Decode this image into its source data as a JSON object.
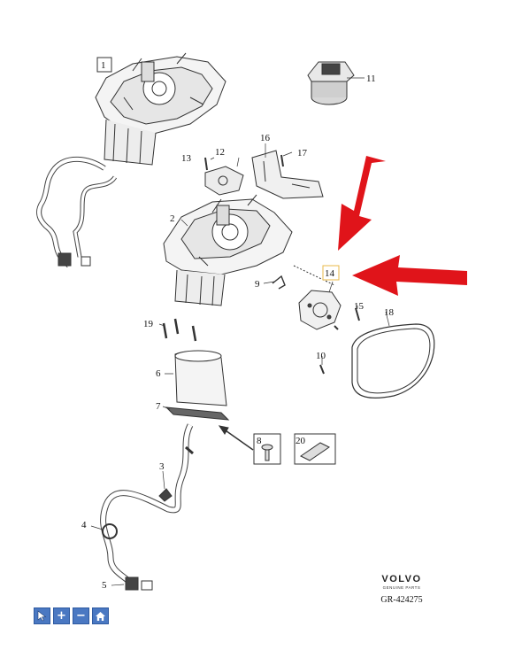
{
  "diagram": {
    "part_labels": {
      "p1": "1",
      "p2": "2",
      "p3": "3",
      "p4": "4",
      "p5": "5",
      "p6": "6",
      "p7": "7",
      "p8": "8",
      "p9": "9",
      "p10": "10",
      "p11": "11",
      "p12": "12",
      "p13": "13",
      "p14": "14",
      "p15": "15",
      "p16": "16",
      "p17": "17",
      "p18": "18",
      "p19": "19",
      "p20": "20"
    },
    "highlight_color": "#e8b84a",
    "arrow_color": "#e0141a"
  },
  "brand": {
    "logo": "VOLVO",
    "tagline": "GENUINE PARTS",
    "diagram_code": "GR-424275"
  },
  "toolbar": {
    "buttons": [
      {
        "icon": "cursor-icon"
      },
      {
        "icon": "zoom-in-icon",
        "glyph": "+"
      },
      {
        "icon": "zoom-out-icon",
        "glyph": "−"
      },
      {
        "icon": "home-icon"
      }
    ]
  }
}
